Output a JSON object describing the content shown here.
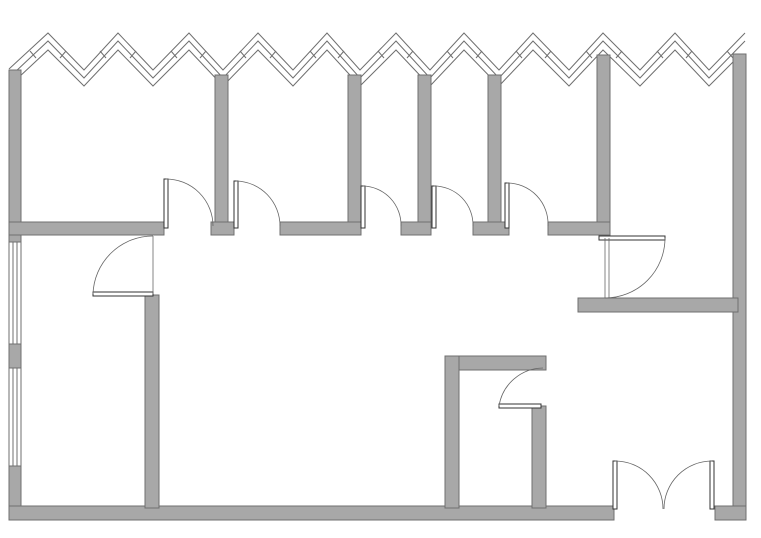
{
  "plan": {
    "colors": {
      "background": "#ffffff",
      "wall_fill": "#a8a8a8",
      "wall_stroke": "#6f6f6f",
      "door_leaf": "#333333",
      "door_swing": "#666666"
    },
    "doors": [
      {
        "name": "door-west-office"
      },
      {
        "name": "door-office-1"
      },
      {
        "name": "door-office-2"
      },
      {
        "name": "door-office-3"
      },
      {
        "name": "door-office-4"
      },
      {
        "name": "door-office-5"
      },
      {
        "name": "door-east-room"
      },
      {
        "name": "door-inner-room"
      },
      {
        "name": "entrance-double-door"
      }
    ],
    "windows": [
      {
        "name": "zigzag-facade-window"
      },
      {
        "name": "west-window-upper"
      },
      {
        "name": "west-window-lower"
      }
    ]
  }
}
